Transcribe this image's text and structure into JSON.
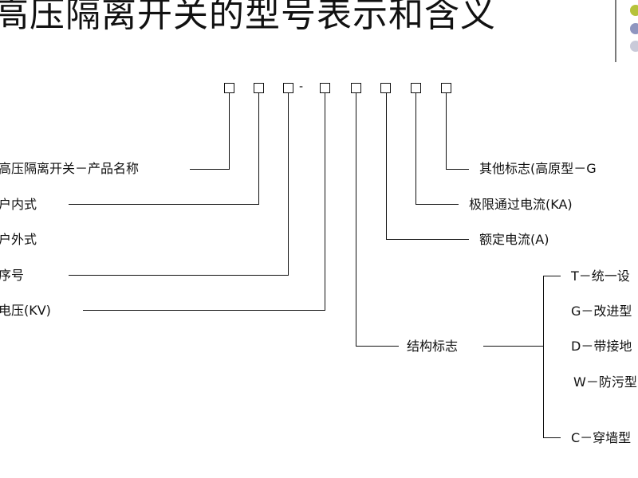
{
  "title": "高压隔离开关的型号表示和含义",
  "model_code": {
    "boxes": [
      "□",
      "□",
      "□",
      "□",
      "□",
      "□",
      "□",
      "□"
    ],
    "separator": "-"
  },
  "left_labels": [
    "高压隔离开关－产品名称",
    "户内式",
    "户外式",
    "序号",
    "电压(KV)"
  ],
  "right_labels": [
    "其他标志(高原型－G",
    "极限通过电流(KA)",
    "额定电流(A)",
    "结构标志"
  ],
  "structure_codes": [
    "T－统一设",
    "G－改进型",
    "D－带接地",
    "W－防污型",
    "C－穿墙型"
  ],
  "colors": {
    "dot_green": "#b6c23a",
    "dot_purple": "#8f95bf",
    "dot_light": "#c9cad9"
  }
}
